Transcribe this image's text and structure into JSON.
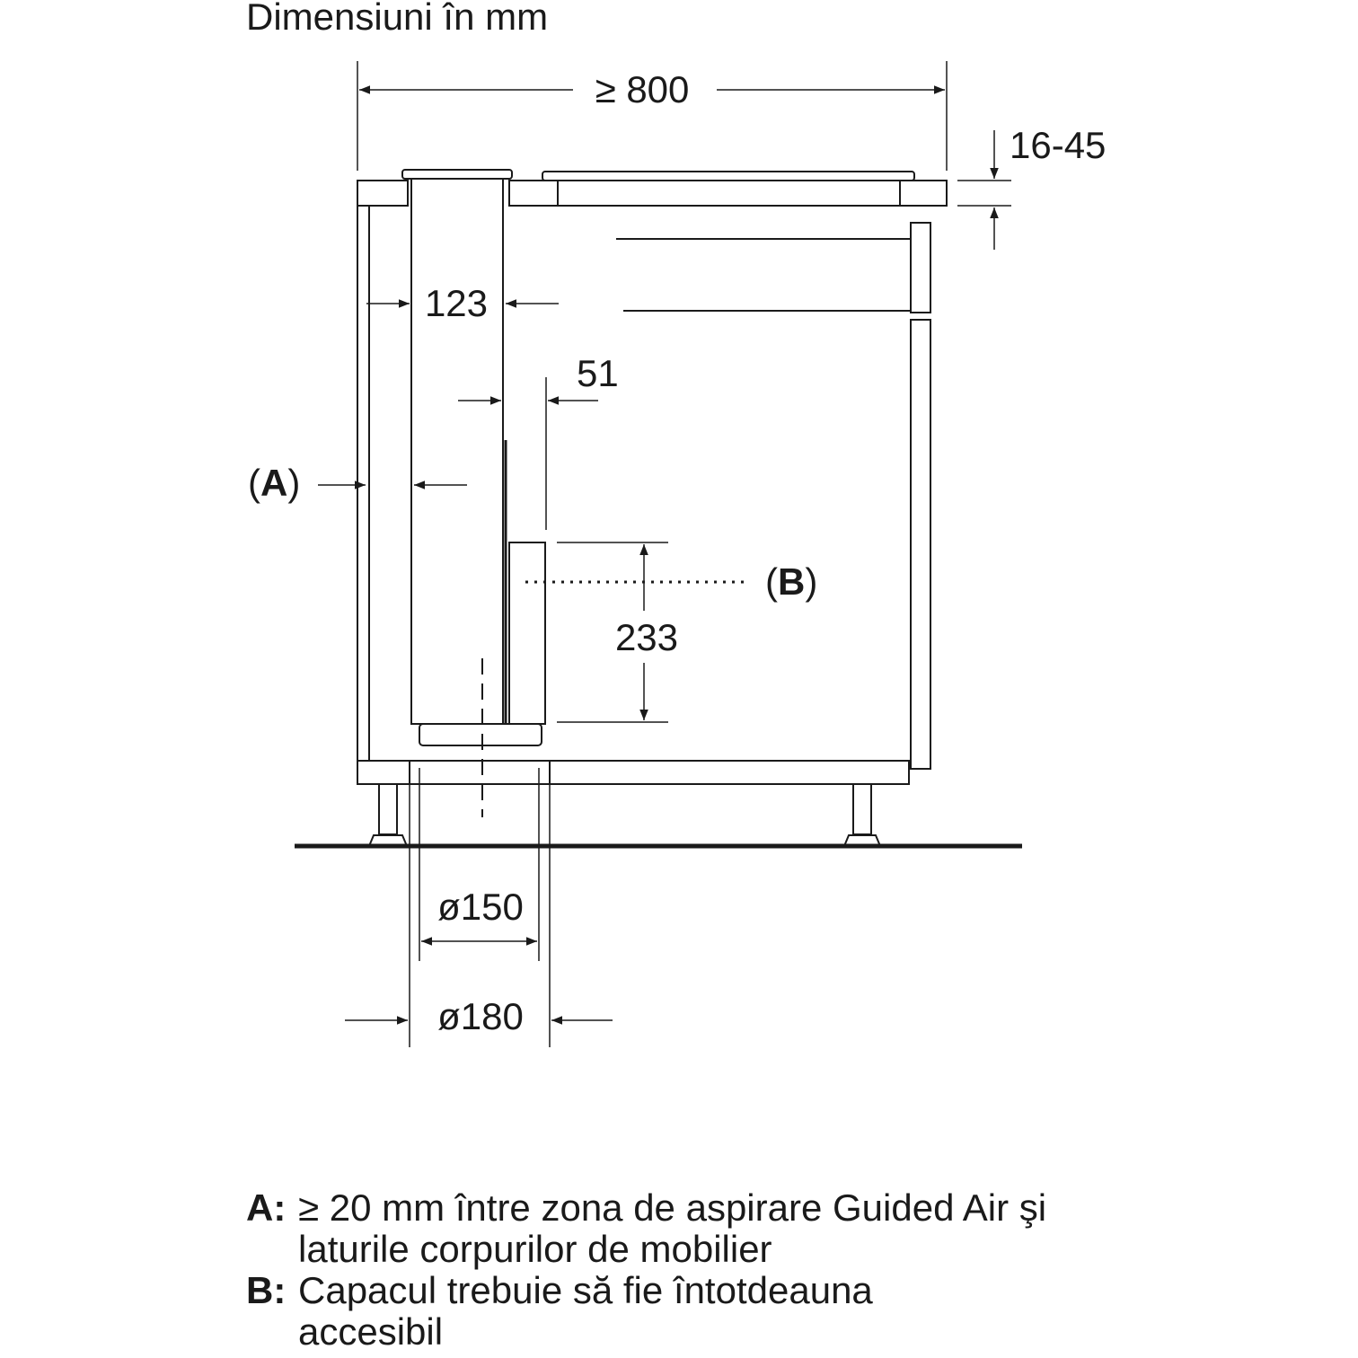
{
  "title": "Dimensiuni în mm",
  "dimensions": {
    "width_min": "≥ 800",
    "worktop_thickness": "16-45",
    "duct_width": "123",
    "gap": "51",
    "cover_height": "233",
    "duct_diameter_inner": "ø150",
    "duct_diameter_outer": "ø180"
  },
  "callouts": {
    "a": "A",
    "b": "B"
  },
  "legend": [
    {
      "key": "A:",
      "text": "≥ 20 mm între zona de aspirare Guided Air şi laturile corpurilor de mobilier"
    },
    {
      "key": "B:",
      "text": "Capacul trebuie să fie întotdeauna accesibil"
    }
  ]
}
